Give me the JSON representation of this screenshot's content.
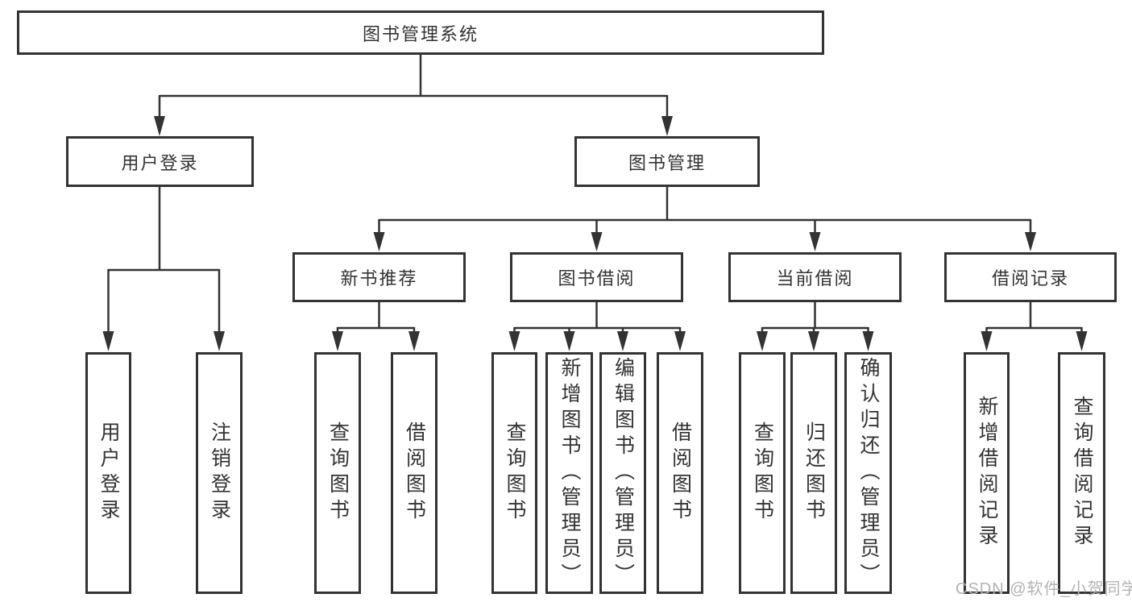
{
  "watermark": "CSDN @软件_小贺同学",
  "colors": {
    "line": "#333333",
    "box_border": "#333333",
    "text": "#333333",
    "watermark": "#b3b3b3",
    "background": "#ffffff"
  },
  "tree": {
    "root": {
      "label": "图书管理系统"
    },
    "branches": [
      {
        "label": "用户登录",
        "children": [
          "用户登录",
          "注销登录"
        ]
      },
      {
        "label": "图书管理",
        "sections": [
          {
            "label": "新书推荐",
            "children": [
              "查询图书",
              "借阅图书"
            ]
          },
          {
            "label": "图书借阅",
            "children": [
              "查询图书",
              "新增图书（管理员）",
              "编辑图书（管理员）",
              "借阅图书"
            ]
          },
          {
            "label": "当前借阅",
            "children": [
              "查询图书",
              "归还图书",
              "确认归还（管理员）"
            ]
          },
          {
            "label": "借阅记录",
            "children": [
              "新增借阅记录",
              "查询借阅记录"
            ]
          }
        ]
      }
    ]
  }
}
